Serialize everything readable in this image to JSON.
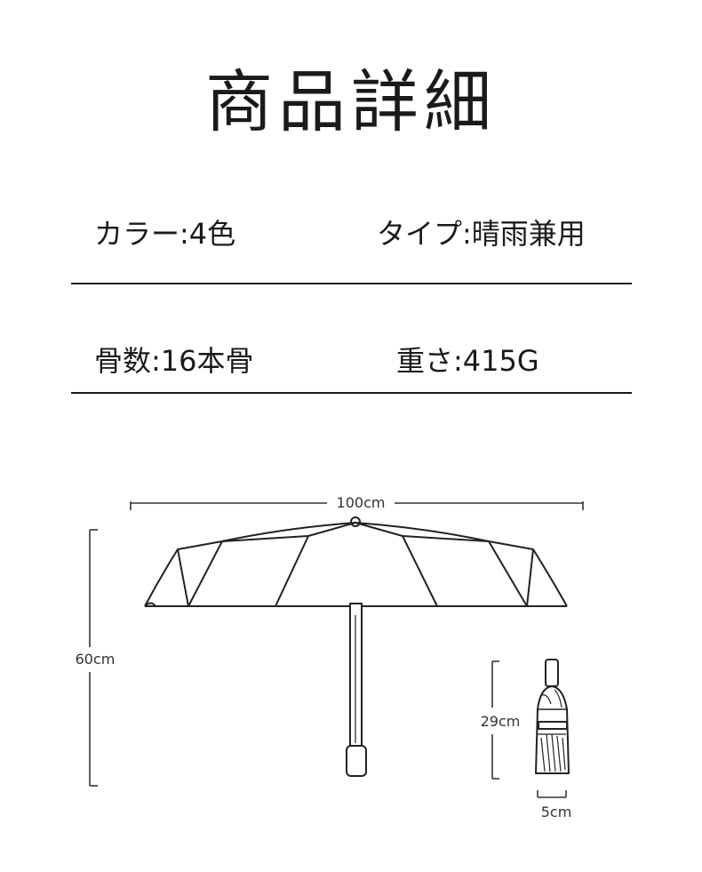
{
  "title": "商品詳細",
  "specs": {
    "color": "カラー:4色",
    "type": "タイプ:晴雨兼用",
    "ribs": "骨数:16本骨",
    "weight": "重さ:415G"
  },
  "dimensions": {
    "open_width": "100cm",
    "open_height": "60cm",
    "folded_length": "29cm",
    "folded_diameter": "5cm"
  }
}
